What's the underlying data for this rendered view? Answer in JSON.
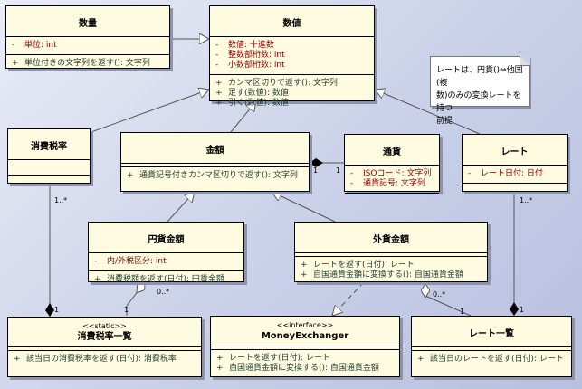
{
  "classes": {
    "suuryou": {
      "name": "数量",
      "attributes": [
        {
          "vis": "-",
          "text": "単位: int"
        }
      ],
      "operations": [
        {
          "vis": "+",
          "text": "単位付きの文字列を返す(): 文字列"
        }
      ]
    },
    "suuchi": {
      "name": "数値",
      "attributes": [
        {
          "vis": "-",
          "text": "数値: 十進数"
        },
        {
          "vis": "-",
          "text": "整数部桁数: int"
        },
        {
          "vis": "-",
          "text": "小数部桁数: int"
        }
      ],
      "operations": [
        {
          "vis": "+",
          "text": "カンマ区切りで返す(): 文字列"
        },
        {
          "vis": "+",
          "text": "足す(数値): 数値"
        },
        {
          "vis": "+",
          "text": "引く(数値): 数値"
        }
      ]
    },
    "shouhizeiritsu": {
      "name": "消費税率"
    },
    "kingaku": {
      "name": "金額",
      "operations": [
        {
          "vis": "+",
          "text": "通貨記号付きカンマ区切りで返す(): 文字列"
        }
      ]
    },
    "tsuuka": {
      "name": "通貨",
      "attributes": [
        {
          "vis": "-",
          "text": "ISOコード: 文字列"
        },
        {
          "vis": "-",
          "text": "通貨記号: 文字列"
        }
      ]
    },
    "rate": {
      "name": "レート",
      "attributes": [
        {
          "vis": "-",
          "text": "レート日付: 日付"
        }
      ]
    },
    "enka": {
      "name": "円貨金額",
      "attributes": [
        {
          "vis": "-",
          "text": "内/外税区分: int"
        }
      ],
      "operations": [
        {
          "vis": "+",
          "text": "消費税額を返す(日付): 円貨金額"
        }
      ]
    },
    "gaika": {
      "name": "外貨金額",
      "operations": [
        {
          "vis": "+",
          "text": "レートを返す(日付): レート"
        },
        {
          "vis": "+",
          "text": "自国通貨金額に変換する(): 自国通貨金額"
        }
      ]
    },
    "zeiritsuichiran": {
      "stereotype": "<<static>>",
      "name": "消費税率一覧",
      "operations": [
        {
          "vis": "+",
          "text": "該当日の消費税率を返す(日付): 消費税率"
        }
      ]
    },
    "exchanger": {
      "stereotype": "<<interface>>",
      "name": "MoneyExchanger",
      "operations": [
        {
          "vis": "+",
          "text": "レートを返す(日付): レート"
        },
        {
          "vis": "+",
          "text": "自国通貨金額に変換する(): 自国通貨金額"
        }
      ]
    },
    "rateichiran": {
      "name": "レート一覧",
      "operations": [
        {
          "vis": "+",
          "text": "該当日のレートを返す(日付): レート"
        }
      ]
    }
  },
  "note": {
    "lines": [
      "レートは、円貨()⇔他国(複",
      "数)のみの変換レートを持つ",
      "前提"
    ]
  },
  "multiplicities": {
    "kingaku_tsuuka_left": "1",
    "kingaku_tsuuka_right": "1",
    "zeiritsu_top": "1..*",
    "zeiritsu_bottom": "1",
    "enka_exchanger_a": "0..*",
    "enka_exchanger_b": "1",
    "gaika_rate_a": "0..*",
    "gaika_rate_b": "1",
    "rate_top": "1..*",
    "rate_bottom": "1"
  },
  "colors": {
    "attribute": "#8b0000",
    "operation": "#1f3c2f",
    "class_fill": "#fffbe0",
    "background": "#c9d0e8"
  }
}
